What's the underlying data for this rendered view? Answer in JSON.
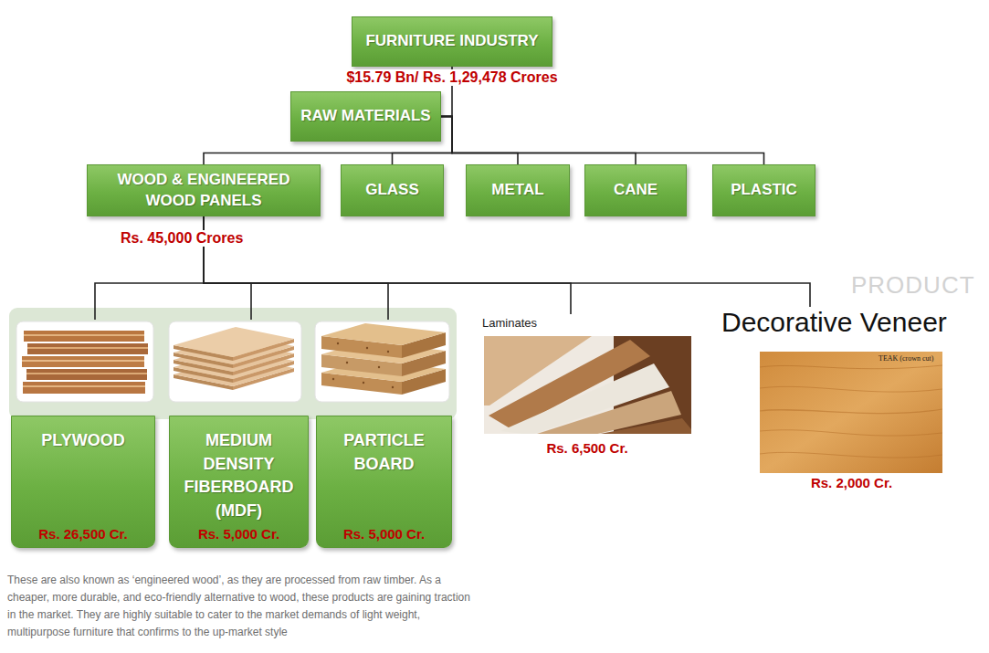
{
  "diagram": {
    "nodes": [
      {
        "text": [
          "FURNITURE INDUSTRY",
          "$15.79 Bn/ Rs. 1,29,478 Crores"
        ]
      },
      {
        "text": [
          "RAW MATERIALS"
        ]
      },
      {
        "text": [
          "WOOD & ENGINEERED WOOD PANELS",
          "Rs. 45,000 Crores"
        ]
      },
      {
        "text": [
          "GLASS"
        ]
      },
      {
        "text": [
          "METAL"
        ]
      },
      {
        "text": [
          "CANE"
        ]
      },
      {
        "text": [
          "PLASTIC"
        ]
      },
      {
        "text": [
          "PLYWOOD",
          "Rs. 26,500 Cr."
        ]
      },
      {
        "text": [
          "MEDIUM DENSITY FIBERBOARD (MDF)",
          "Rs. 5,000 Cr."
        ]
      },
      {
        "text": [
          "PARTICLE BOARD",
          "Rs. 5,000 Cr."
        ]
      },
      {
        "text": [
          "Laminates",
          "Rs. 6,500 Cr."
        ]
      },
      {
        "text": [
          "Decorative Veneer",
          "Rs. 2,000 Cr."
        ]
      }
    ],
    "edges": [
      {
        "from": 0,
        "to": 1,
        "arrow": "none"
      },
      {
        "from": 1,
        "to": 2,
        "arrow": "none"
      },
      {
        "from": 1,
        "to": 3,
        "arrow": "none"
      },
      {
        "from": 1,
        "to": 4,
        "arrow": "none"
      },
      {
        "from": 1,
        "to": 5,
        "arrow": "none"
      },
      {
        "from": 1,
        "to": 6,
        "arrow": "none"
      },
      {
        "from": 2,
        "to": 7,
        "arrow": "none"
      },
      {
        "from": 2,
        "to": 8,
        "arrow": "none"
      },
      {
        "from": 2,
        "to": 9,
        "arrow": "none"
      },
      {
        "from": 2,
        "to": 10,
        "arrow": "none"
      },
      {
        "from": 2,
        "to": 11,
        "arrow": "none"
      }
    ],
    "labels": [
      "PRODUCT",
      "TEAK (crown cut)",
      "These are also known as ‘engineered wood’, as they are processed from raw timber. As a cheaper, more durable, and eco-friendly alternative to wood, these products are gaining traction in the market. They are highly suitable to cater to the market demands of light weight, multipurpose furniture that confirms to the up-market style"
    ]
  }
}
